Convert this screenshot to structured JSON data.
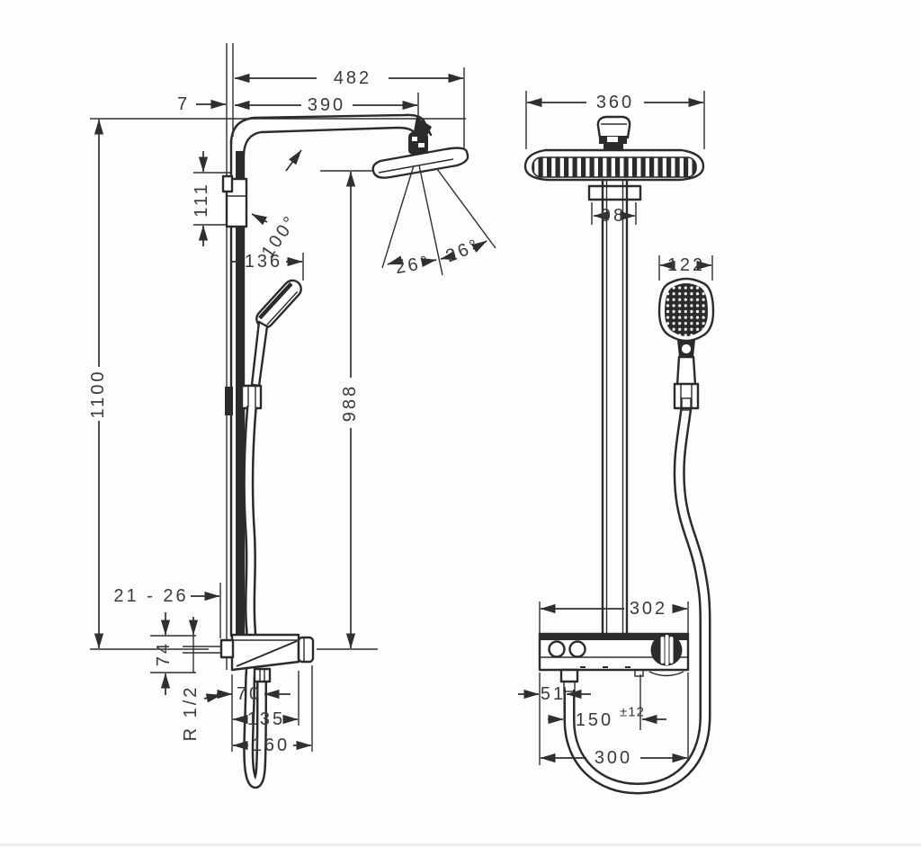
{
  "drawing": {
    "type": "technical-dimension-drawing",
    "subject": "shower-system",
    "colors": {
      "background": "#fdfdfd",
      "line": "#2f2f2f",
      "text": "#3a3a3a",
      "fill": "#2b2b2b"
    }
  },
  "side_view": {
    "width_total": "482",
    "wall_offset": "7",
    "arm_length": "390",
    "arm_drop": "111",
    "arm_angle": "100°",
    "handshower_reach": "136",
    "spray_angle_left": "26°",
    "spray_angle_right": "26°",
    "height_to_head": "988",
    "height_total": "1100",
    "wall_adjust_range": "21 - 26",
    "valve_height": "74",
    "thread_size": "R 1/2",
    "outlet_offset": "70",
    "valve_depth": "135",
    "valve_depth_total": "160"
  },
  "front_view": {
    "head_width": "360",
    "bracket_width": "98",
    "handshower_width": "122",
    "valve_width": "302",
    "outlet_inset": "51",
    "supply_distance": "150",
    "supply_tolerance": "±12",
    "hose_loop_width": "300"
  }
}
